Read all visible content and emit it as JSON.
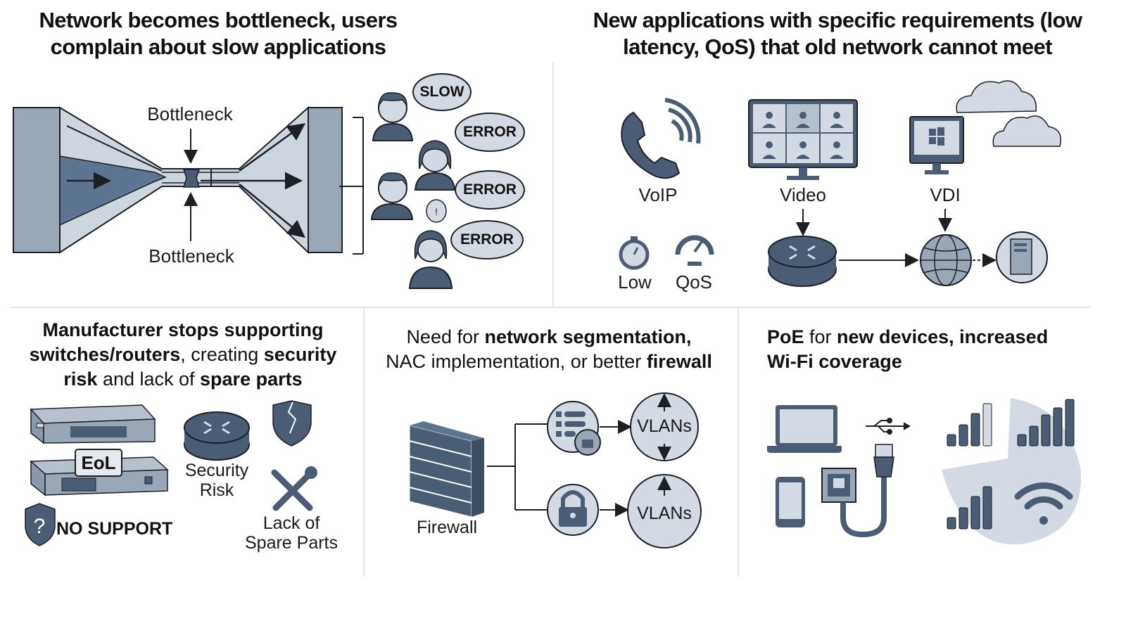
{
  "colors": {
    "icon_dark": "#4a5d75",
    "icon_mid": "#8a99ab",
    "icon_light": "#d3dae3",
    "stroke": "#1c1f24",
    "background": "#ffffff",
    "divider": "#e3e6ea"
  },
  "panels": {
    "bottleneck": {
      "title_line1": "Network becomes bottleneck, users",
      "title_line2": "complain about slow applications",
      "label_top": "Bottleneck",
      "label_bottom": "Bottleneck",
      "bubbles": [
        "SLOW",
        "ERROR",
        "ERROR",
        "ERROR"
      ]
    },
    "new_apps": {
      "title_line1": "New applications with specific requirements (low",
      "title_line2": "latency, QoS) that old network cannot meet",
      "apps": [
        "VoIP",
        "Video",
        "VDI"
      ],
      "metrics": [
        "Low",
        "QoS"
      ]
    },
    "eol": {
      "title_parts": [
        {
          "text": "Manufacturer stops supporting",
          "bold": true
        },
        {
          "text": "switches/routers",
          "bold": true
        },
        {
          "text": ", creating ",
          "bold": false
        },
        {
          "text": "security",
          "bold": true
        },
        {
          "text": "risk",
          "bold": true
        },
        {
          "text": " and lack of ",
          "bold": false
        },
        {
          "text": "spare parts",
          "bold": true
        }
      ],
      "badge": "EoL",
      "no_support": "NO SUPPORT",
      "security_risk_line1": "Security",
      "security_risk_line2": "Risk",
      "spare_parts_line1": "Lack of",
      "spare_parts_line2": "Spare Parts"
    },
    "segmentation": {
      "title_parts": [
        {
          "text": "Need for ",
          "bold": false
        },
        {
          "text": "network segmentation,",
          "bold": true
        },
        {
          "text": "NAC implementation, or better ",
          "bold": false
        },
        {
          "text": "firewall",
          "bold": true
        }
      ],
      "firewall_label": "Firewall",
      "vlan_labels": [
        "VLANs",
        "VLANs"
      ]
    },
    "poe": {
      "title_parts": [
        {
          "text": "PoE",
          "bold": true
        },
        {
          "text": " for ",
          "bold": false
        },
        {
          "text": "new devices, increased",
          "bold": true
        },
        {
          "text": "Wi-Fi coverage",
          "bold": true
        }
      ]
    }
  }
}
